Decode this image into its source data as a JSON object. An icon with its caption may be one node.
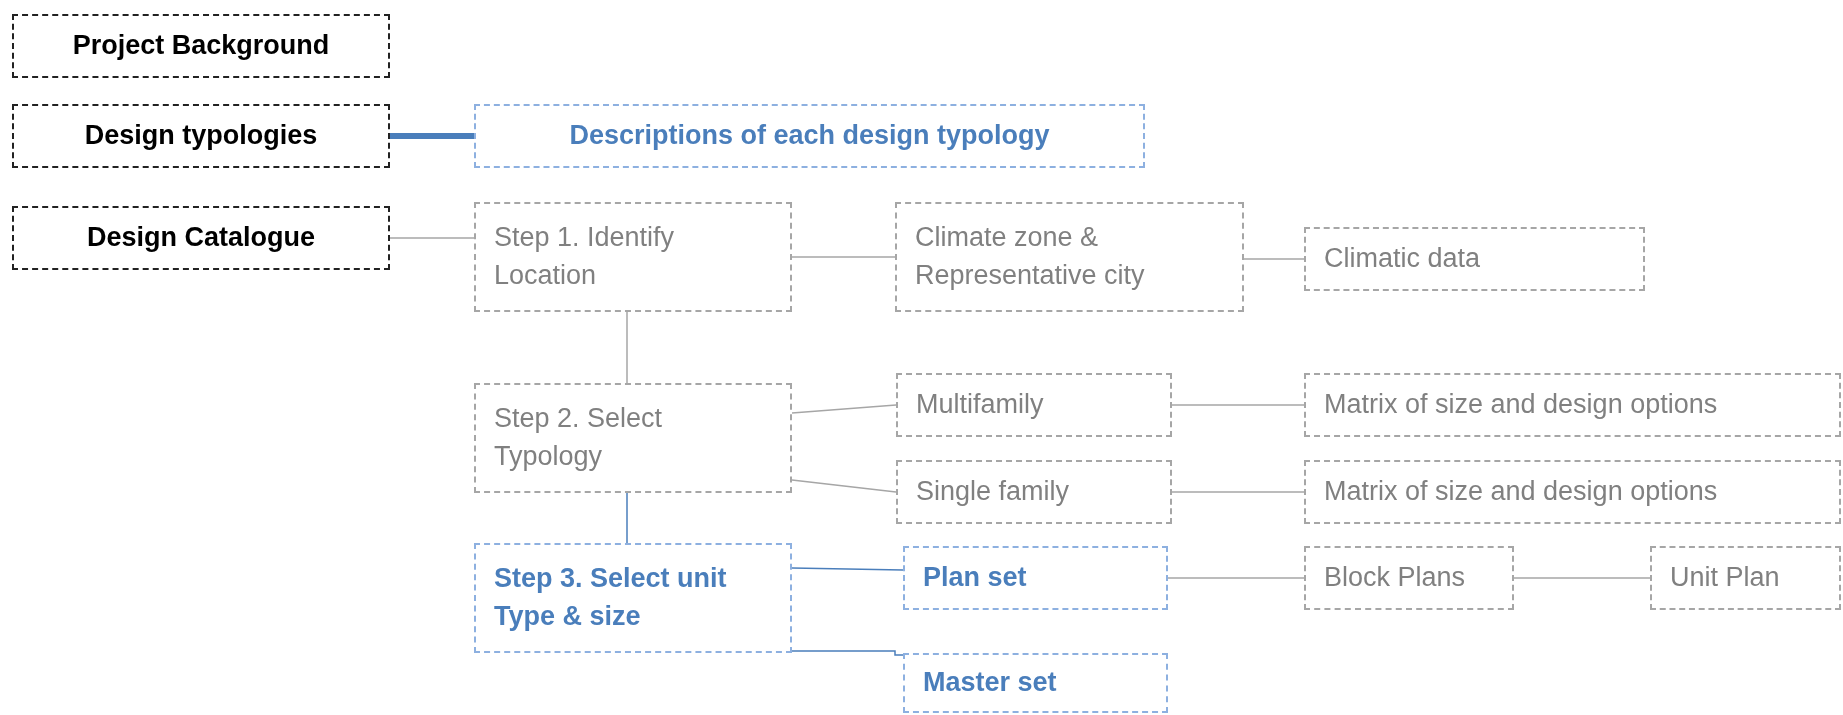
{
  "diagram": {
    "nodes": [
      {
        "text": [
          "Project Background"
        ]
      },
      {
        "text": [
          "Design typologies"
        ]
      },
      {
        "text": [
          "Descriptions of each design typology"
        ]
      },
      {
        "text": [
          "Design Catalogue"
        ]
      },
      {
        "text": [
          "Step 1. Identify Location"
        ]
      },
      {
        "text": [
          "Climate zone & Representative city"
        ]
      },
      {
        "text": [
          "Climatic data"
        ]
      },
      {
        "text": [
          "Step 2. Select Typology"
        ]
      },
      {
        "text": [
          "Multifamily"
        ]
      },
      {
        "text": [
          "Matrix of size and design options"
        ]
      },
      {
        "text": [
          "Single family"
        ]
      },
      {
        "text": [
          "Matrix of size and design options"
        ]
      },
      {
        "text": [
          "Step 3. Select unit Type & size"
        ]
      },
      {
        "text": [
          "Plan set"
        ]
      },
      {
        "text": [
          "Block Plans"
        ]
      },
      {
        "text": [
          "Unit Plan"
        ]
      },
      {
        "text": [
          "Master set"
        ]
      }
    ],
    "edges": [
      {
        "from": 1,
        "to": 2,
        "arrow": "none",
        "style": "thick",
        "color": "#4a7ebb"
      },
      {
        "from": 3,
        "to": 4,
        "arrow": "none"
      },
      {
        "from": 4,
        "to": 5,
        "arrow": "none"
      },
      {
        "from": 5,
        "to": 6,
        "arrow": "none"
      },
      {
        "from": 4,
        "to": 7,
        "arrow": "none"
      },
      {
        "from": 7,
        "to": 8,
        "arrow": "none"
      },
      {
        "from": 7,
        "to": 10,
        "arrow": "none"
      },
      {
        "from": 8,
        "to": 9,
        "arrow": "none"
      },
      {
        "from": 10,
        "to": 11,
        "arrow": "none"
      },
      {
        "from": 7,
        "to": 12,
        "arrow": "none",
        "color": "#4a7ebb"
      },
      {
        "from": 12,
        "to": 13,
        "arrow": "none",
        "color": "#4a7ebb"
      },
      {
        "from": 12,
        "to": 16,
        "arrow": "none",
        "color": "#4a7ebb"
      },
      {
        "from": 13,
        "to": 14,
        "arrow": "none"
      },
      {
        "from": 14,
        "to": 15,
        "arrow": "none"
      }
    ]
  }
}
